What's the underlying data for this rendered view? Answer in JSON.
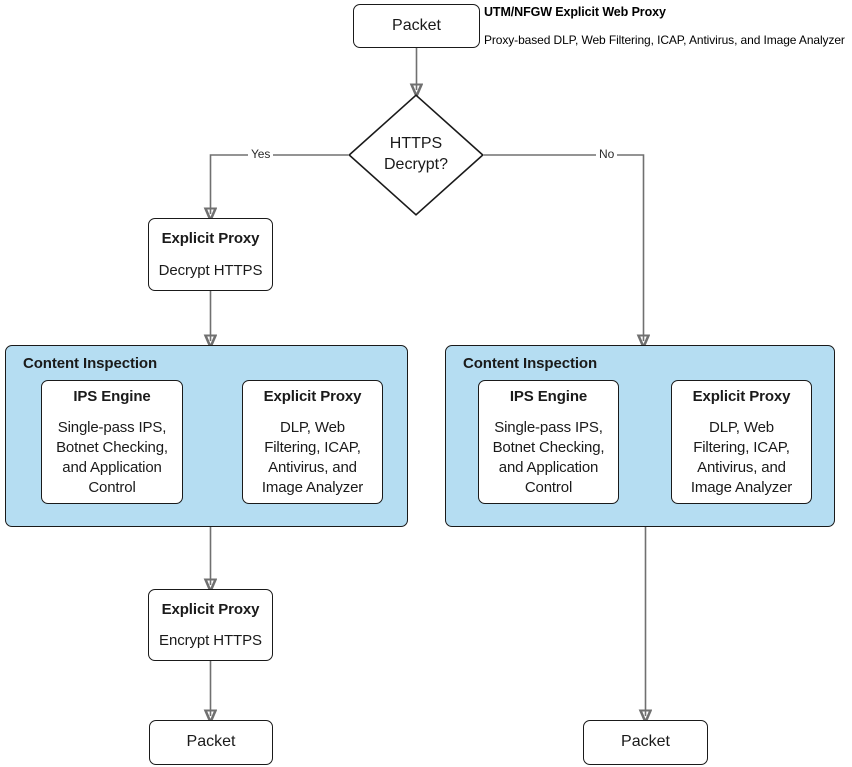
{
  "header": {
    "title": "UTM/NFGW Explicit Web Proxy",
    "subtitle": "Proxy-based DLP, Web Filtering, ICAP,  Antivirus, and Image Analyzer"
  },
  "nodes": {
    "packet_top": {
      "label": "Packet"
    },
    "decision": {
      "line1": "HTTPS",
      "line2": "Decrypt?"
    },
    "proxy_decrypt": {
      "title": "Explicit Proxy",
      "sub": "Decrypt HTTPS"
    },
    "proxy_encrypt": {
      "title": "Explicit Proxy",
      "sub": "Encrypt HTTPS"
    },
    "packet_left": {
      "label": "Packet"
    },
    "packet_right": {
      "label": "Packet"
    }
  },
  "edges": {
    "yes_label": "Yes",
    "no_label": "No"
  },
  "panels": [
    {
      "title": "Content Inspection",
      "boxes": [
        {
          "title": "IPS Engine",
          "body": "Single-pass IPS,\nBotnet Checking,\nand Application\nControl"
        },
        {
          "title": "Explicit Proxy",
          "body": "DLP, Web\nFiltering, ICAP,\nAntivirus, and\nImage Analyzer"
        }
      ]
    },
    {
      "title": "Content Inspection",
      "boxes": [
        {
          "title": "IPS Engine",
          "body": "Single-pass IPS,\nBotnet Checking,\nand Application\nControl"
        },
        {
          "title": "Explicit Proxy",
          "body": "DLP, Web\nFiltering, ICAP,\nAntivirus, and\nImage Analyzer"
        }
      ]
    }
  ],
  "colors": {
    "panel_fill": "#b5ddf2",
    "stroke": "#1a1a1a",
    "wire": "#707070"
  }
}
